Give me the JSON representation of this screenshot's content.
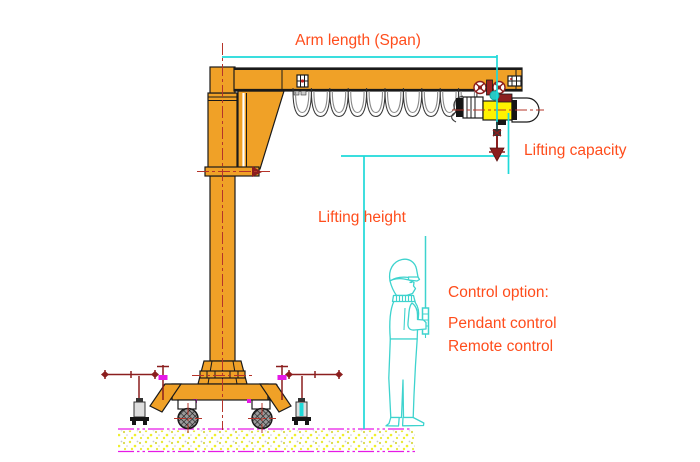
{
  "labels": {
    "arm_length": "Arm length (Span)",
    "lifting_capacity": "Lifting capacity",
    "lifting_height": "Lifting height",
    "control_option": "Control option:",
    "pendant_control": "Pendant control",
    "remote_control": "Remote control"
  },
  "colors": {
    "crane-orange": "#F0A127",
    "hoist-yellow": "#FFF200",
    "label-orange": "#FF4D1C",
    "dim-cyan": "#1ED9D9",
    "person-cyan": "#3ED3CE",
    "centerline-red": "#B5342A",
    "hardware-red": "#8B1E1E",
    "ground-magenta": "#E619E6",
    "outline-black": "#1A1A1A"
  }
}
